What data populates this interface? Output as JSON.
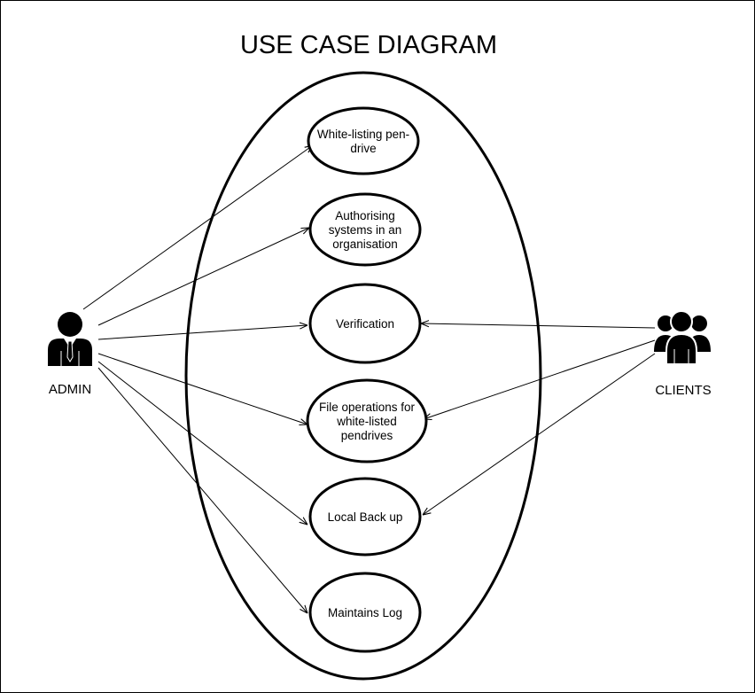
{
  "title": "USE CASE DIAGRAM",
  "actors": {
    "admin": {
      "label": "ADMIN",
      "icon": "businessman-icon"
    },
    "clients": {
      "label": "CLIENTS",
      "icon": "user-group-icon"
    }
  },
  "use_cases": [
    {
      "id": "whitelisting",
      "lines": [
        "White-listing pen-",
        "drive"
      ]
    },
    {
      "id": "authorising",
      "lines": [
        "Authorising",
        "systems in an",
        "organisation"
      ]
    },
    {
      "id": "verification",
      "lines": [
        "Verification"
      ]
    },
    {
      "id": "file-operations",
      "lines": [
        "File operations for",
        "white-listed",
        "pendrives"
      ]
    },
    {
      "id": "local-backup",
      "lines": [
        "Local Back up"
      ]
    },
    {
      "id": "maintains-log",
      "lines": [
        "Maintains Log"
      ]
    }
  ],
  "associations": {
    "admin": [
      "whitelisting",
      "authorising",
      "verification",
      "file-operations",
      "local-backup",
      "maintains-log"
    ],
    "clients": [
      "verification",
      "file-operations",
      "local-backup"
    ]
  },
  "colors": {
    "stroke": "#000000",
    "background": "#ffffff"
  }
}
